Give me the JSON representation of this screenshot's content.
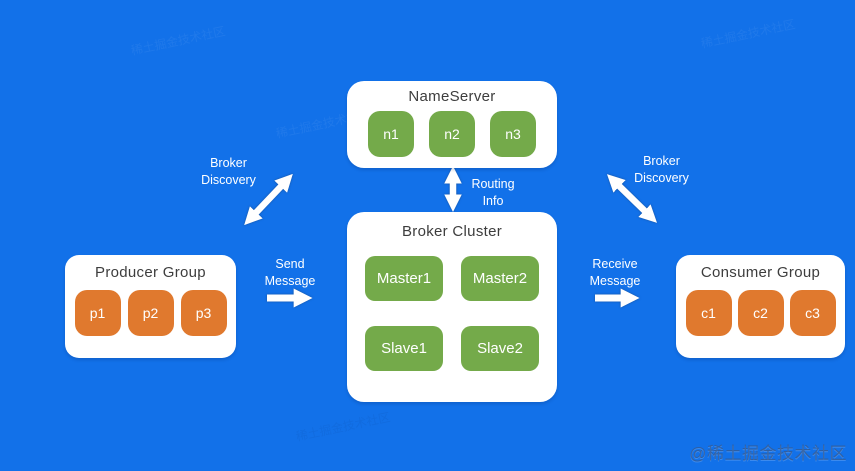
{
  "canvas": {
    "background_color": "#1271E9",
    "node_green": "#74AA4A",
    "node_orange": "#E0792E",
    "box_background": "#FFFFFF",
    "title_text_color": "#3D3D3D",
    "arrow_color": "#FFFFFF"
  },
  "groups": {
    "nameserver": {
      "title": "NameServer",
      "nodes": [
        "n1",
        "n2",
        "n3"
      ]
    },
    "broker_cluster": {
      "title": "Broker Cluster",
      "nodes": [
        "Master1",
        "Master2",
        "Slave1",
        "Slave2"
      ]
    },
    "producer_group": {
      "title": "Producer Group",
      "nodes": [
        "p1",
        "p2",
        "p3"
      ]
    },
    "consumer_group": {
      "title": "Consumer Group",
      "nodes": [
        "c1",
        "c2",
        "c3"
      ]
    }
  },
  "labels": {
    "broker_discovery_left": {
      "line1": "Broker",
      "line2": "Discovery"
    },
    "broker_discovery_right": {
      "line1": "Broker",
      "line2": "Discovery"
    },
    "routing_info": {
      "line1": "Routing",
      "line2": "Info"
    },
    "send_message": {
      "line1": "Send",
      "line2": "Message"
    },
    "receive_message": {
      "line1": "Receive",
      "line2": "Message"
    }
  },
  "watermark": {
    "text": "@稀土掘金技术社区",
    "faint_text": "稀土掘金技术社区"
  }
}
